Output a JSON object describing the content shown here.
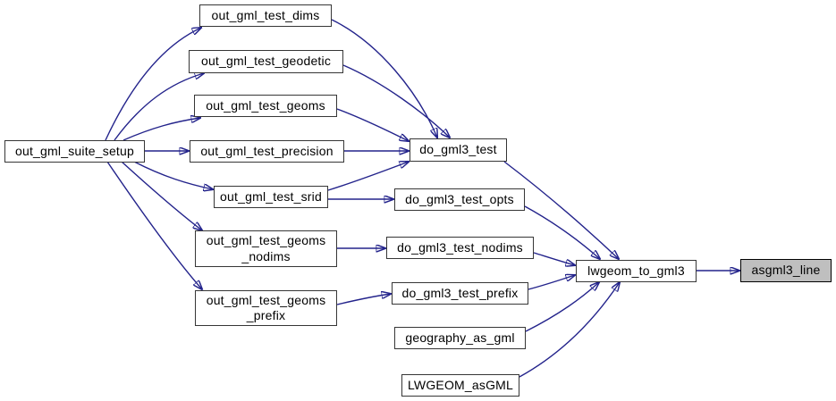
{
  "diagram": {
    "kind": "call-graph",
    "colors": {
      "edge": "#23238b",
      "node_fill": "#ffffff",
      "node_border": "#363636",
      "highlight_fill": "#bfbfbf",
      "text": "#000000",
      "background": "#ffffff"
    },
    "nodes": [
      {
        "id": "out_gml_suite_setup",
        "label": "out_gml_suite_setup",
        "highlighted": false
      },
      {
        "id": "out_gml_test_dims",
        "label": "out_gml_test_dims",
        "highlighted": false
      },
      {
        "id": "out_gml_test_geodetic",
        "label": "out_gml_test_geodetic",
        "highlighted": false
      },
      {
        "id": "out_gml_test_geoms",
        "label": "out_gml_test_geoms",
        "highlighted": false
      },
      {
        "id": "out_gml_test_precision",
        "label": "out_gml_test_precision",
        "highlighted": false
      },
      {
        "id": "out_gml_test_srid",
        "label": "out_gml_test_srid",
        "highlighted": false
      },
      {
        "id": "out_gml_test_geoms_nodims",
        "label": "out_gml_test_geoms\n_nodims",
        "highlighted": false
      },
      {
        "id": "out_gml_test_geoms_prefix",
        "label": "out_gml_test_geoms\n_prefix",
        "highlighted": false
      },
      {
        "id": "do_gml3_test",
        "label": "do_gml3_test",
        "highlighted": false
      },
      {
        "id": "do_gml3_test_opts",
        "label": "do_gml3_test_opts",
        "highlighted": false
      },
      {
        "id": "do_gml3_test_nodims",
        "label": "do_gml3_test_nodims",
        "highlighted": false
      },
      {
        "id": "do_gml3_test_prefix",
        "label": "do_gml3_test_prefix",
        "highlighted": false
      },
      {
        "id": "geography_as_gml",
        "label": "geography_as_gml",
        "highlighted": false
      },
      {
        "id": "LWGEOM_asGML",
        "label": "LWGEOM_asGML",
        "highlighted": false
      },
      {
        "id": "lwgeom_to_gml3",
        "label": "lwgeom_to_gml3",
        "highlighted": false
      },
      {
        "id": "asgml3_line",
        "label": "asgml3_line",
        "highlighted": true
      }
    ],
    "edges": [
      {
        "from": "out_gml_suite_setup",
        "to": "out_gml_test_dims"
      },
      {
        "from": "out_gml_suite_setup",
        "to": "out_gml_test_geodetic"
      },
      {
        "from": "out_gml_suite_setup",
        "to": "out_gml_test_geoms"
      },
      {
        "from": "out_gml_suite_setup",
        "to": "out_gml_test_precision"
      },
      {
        "from": "out_gml_suite_setup",
        "to": "out_gml_test_srid"
      },
      {
        "from": "out_gml_suite_setup",
        "to": "out_gml_test_geoms_nodims"
      },
      {
        "from": "out_gml_suite_setup",
        "to": "out_gml_test_geoms_prefix"
      },
      {
        "from": "out_gml_test_dims",
        "to": "do_gml3_test"
      },
      {
        "from": "out_gml_test_geodetic",
        "to": "do_gml3_test"
      },
      {
        "from": "out_gml_test_geoms",
        "to": "do_gml3_test"
      },
      {
        "from": "out_gml_test_precision",
        "to": "do_gml3_test"
      },
      {
        "from": "out_gml_test_srid",
        "to": "do_gml3_test"
      },
      {
        "from": "out_gml_test_srid",
        "to": "do_gml3_test_opts"
      },
      {
        "from": "out_gml_test_geoms_nodims",
        "to": "do_gml3_test_nodims"
      },
      {
        "from": "out_gml_test_geoms_prefix",
        "to": "do_gml3_test_prefix"
      },
      {
        "from": "do_gml3_test",
        "to": "lwgeom_to_gml3"
      },
      {
        "from": "do_gml3_test_opts",
        "to": "lwgeom_to_gml3"
      },
      {
        "from": "do_gml3_test_nodims",
        "to": "lwgeom_to_gml3"
      },
      {
        "from": "do_gml3_test_prefix",
        "to": "lwgeom_to_gml3"
      },
      {
        "from": "geography_as_gml",
        "to": "lwgeom_to_gml3"
      },
      {
        "from": "LWGEOM_asGML",
        "to": "lwgeom_to_gml3"
      },
      {
        "from": "lwgeom_to_gml3",
        "to": "asgml3_line"
      }
    ]
  }
}
